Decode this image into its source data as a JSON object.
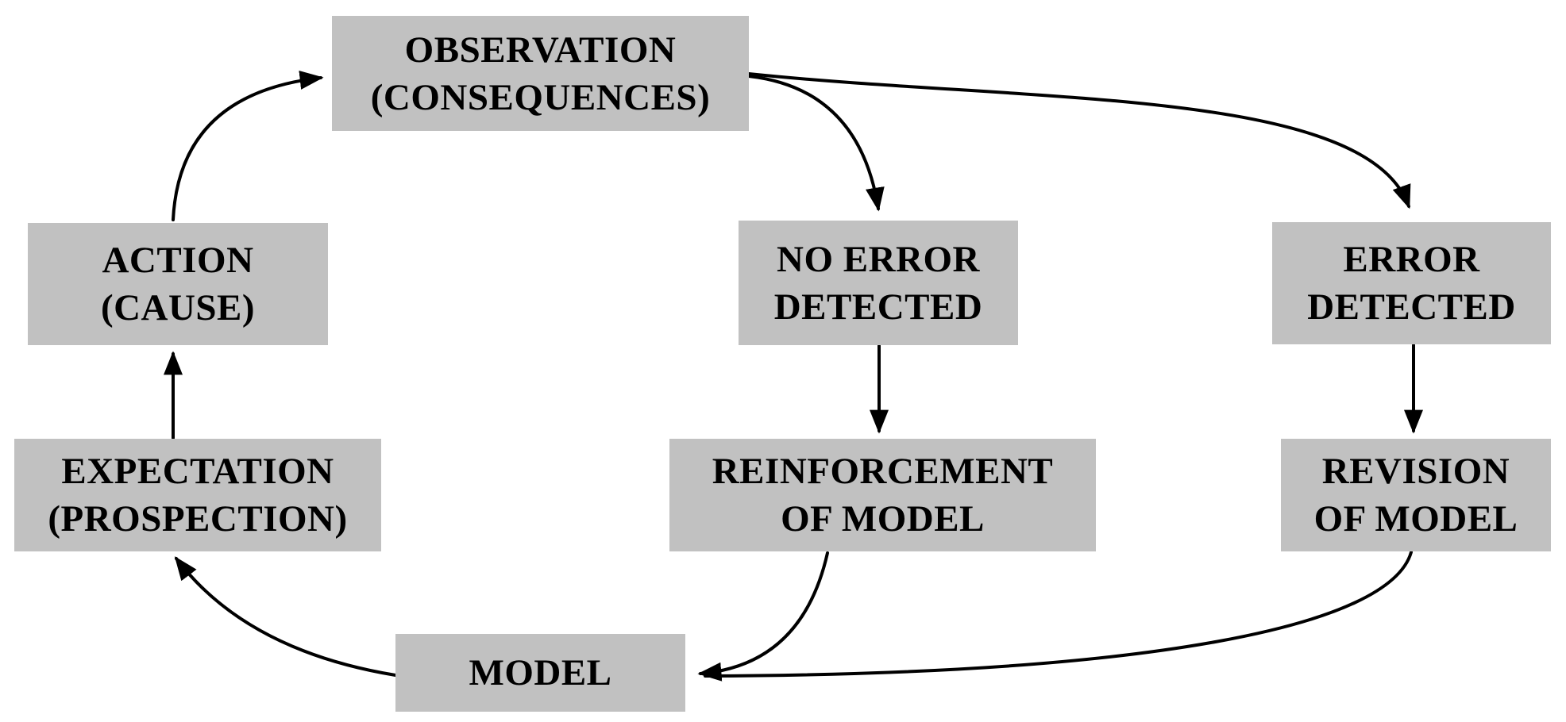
{
  "diagram": {
    "type": "flow-diagram",
    "nodes": {
      "observation": {
        "line1": "OBSERVATION",
        "line2": "(CONSEQUENCES)"
      },
      "action": {
        "line1": "ACTION",
        "line2": "(CAUSE)"
      },
      "no_error": {
        "line1": "NO ERROR",
        "line2": "DETECTED"
      },
      "error": {
        "line1": "ERROR",
        "line2": "DETECTED"
      },
      "expectation": {
        "line1": "EXPECTATION",
        "line2": "(PROSPECTION)"
      },
      "reinforcement": {
        "line1": "REINFORCEMENT",
        "line2": "OF MODEL"
      },
      "revision": {
        "line1": "REVISION",
        "line2": "OF MODEL"
      },
      "model": {
        "line1": "MODEL"
      }
    },
    "edges": [
      {
        "from": "action",
        "to": "observation"
      },
      {
        "from": "observation",
        "to": "no_error"
      },
      {
        "from": "observation",
        "to": "error"
      },
      {
        "from": "no_error",
        "to": "reinforcement"
      },
      {
        "from": "error",
        "to": "revision"
      },
      {
        "from": "expectation",
        "to": "action"
      },
      {
        "from": "reinforcement",
        "to": "model"
      },
      {
        "from": "revision",
        "to": "model"
      },
      {
        "from": "model",
        "to": "expectation"
      }
    ],
    "colors": {
      "background": "#ffffff",
      "box_fill": "#c1c1c1",
      "text": "#000000",
      "arrow": "#000000"
    }
  }
}
